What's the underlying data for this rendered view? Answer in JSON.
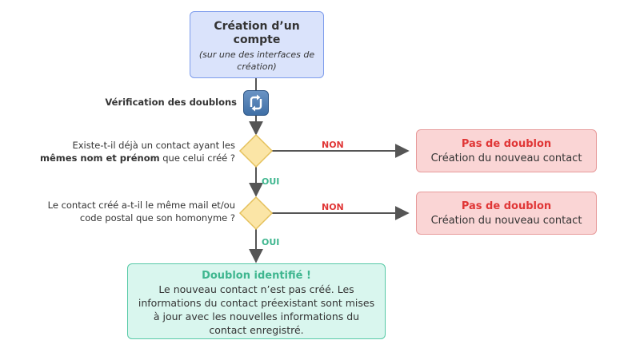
{
  "start": {
    "title": "Création d’un compte",
    "subtitle": "(sur une des interfaces de création)"
  },
  "verification_label": "Vérification des doublons",
  "question1": {
    "line1": "Existe-t-il déjà un contact ayant les",
    "bold": "mêmes nom et prénom",
    "rest": " que celui créé ?"
  },
  "question2": {
    "line1": "Le contact créé a-t-il le même mail et/ou",
    "line2": "code postal que son homonyme ?"
  },
  "labels": {
    "no": "NON",
    "yes": "OUI"
  },
  "no_duplicate": {
    "title": "Pas de doublon",
    "text": "Création du nouveau contact"
  },
  "duplicate": {
    "title": "Doublon identifié !",
    "text": "Le nouveau contact n’est pas créé. Les informations du contact préexistant sont mises à jour avec les nouvelles informations du contact enregistré."
  },
  "colors": {
    "start_fill": "#dae3fb",
    "no_dup_fill": "#fad5d5",
    "no_dup_title": "#e03636",
    "dup_fill": "#d9f6ee",
    "dup_title": "#3fb68f",
    "diamond_fill": "#fbe5a6",
    "connector": "#555555"
  },
  "icons": {
    "verification": "sync-icon"
  }
}
